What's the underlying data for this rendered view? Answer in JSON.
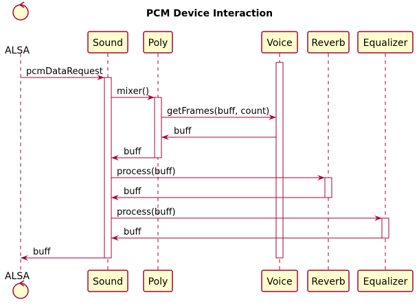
{
  "title": "PCM Device Interaction",
  "colors": {
    "line": "#A80036",
    "participant_fill": "#FEFECE",
    "background": "#ffffff"
  },
  "participants": [
    {
      "id": "alsa",
      "label": "ALSA",
      "kind": "control"
    },
    {
      "id": "sound",
      "label": "Sound",
      "kind": "participant"
    },
    {
      "id": "poly",
      "label": "Poly",
      "kind": "participant"
    },
    {
      "id": "voice",
      "label": "Voice",
      "kind": "participant"
    },
    {
      "id": "reverb",
      "label": "Reverb",
      "kind": "participant"
    },
    {
      "id": "equalizer",
      "label": "Equalizer",
      "kind": "participant"
    }
  ],
  "messages": [
    {
      "from": "alsa",
      "to": "sound",
      "label": "pcmDataRequest"
    },
    {
      "from": "sound",
      "to": "poly",
      "label": "mixer()"
    },
    {
      "from": "poly",
      "to": "voice",
      "label": "getFrames(buff, count)"
    },
    {
      "from": "voice",
      "to": "poly",
      "label": "buff"
    },
    {
      "from": "poly",
      "to": "sound",
      "label": "buff"
    },
    {
      "from": "sound",
      "to": "reverb",
      "label": "process(buff)"
    },
    {
      "from": "reverb",
      "to": "sound",
      "label": "buff"
    },
    {
      "from": "sound",
      "to": "equalizer",
      "label": "process(buff)"
    },
    {
      "from": "equalizer",
      "to": "sound",
      "label": "buff"
    },
    {
      "from": "sound",
      "to": "alsa",
      "label": "buff"
    }
  ]
}
